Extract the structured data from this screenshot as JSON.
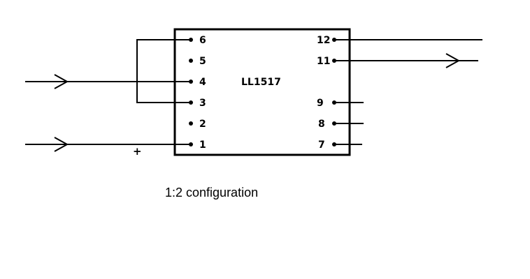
{
  "chip": {
    "label": "LL1517"
  },
  "pins_left": [
    "6",
    "5",
    "4",
    "3",
    "2",
    "1"
  ],
  "pins_right": [
    "12",
    "11",
    "9",
    "8",
    "7"
  ],
  "polarity_mark": "+",
  "caption": "1:2 configuration"
}
